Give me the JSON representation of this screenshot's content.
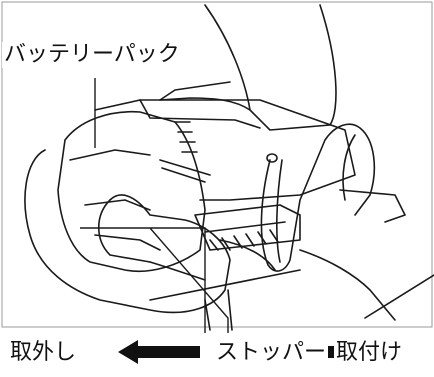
{
  "labels": {
    "battery_pack": "バッテリーパック",
    "remove": "取外し",
    "stopper": "ストッパー",
    "attach": "取付け"
  },
  "colors": {
    "line": "#1a1a1a",
    "arrow": "#111111",
    "background": "#ffffff"
  }
}
